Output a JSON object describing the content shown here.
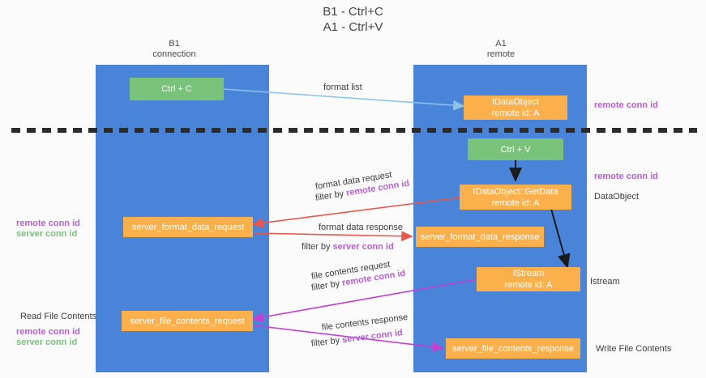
{
  "title": {
    "line1": "B1 - Ctrl+C",
    "line2": "A1 - Ctrl+V"
  },
  "columns": [
    {
      "name": "B1",
      "sub": "connection"
    },
    {
      "name": "A1",
      "sub": "remote"
    }
  ],
  "nodes": {
    "ctrl_c": {
      "line1": "Ctrl + C"
    },
    "ctrl_v": {
      "line1": "Ctrl + V"
    },
    "idataobject": {
      "line1": "IDataObject",
      "line2": "remote id: A"
    },
    "getdata": {
      "line1": "IDataObject::GetData",
      "line2": "remote id: A"
    },
    "istream": {
      "line1": "IStream",
      "line2": "remote id: A"
    },
    "server_format_data_request": {
      "line1": "server_format_data_request"
    },
    "server_format_data_response": {
      "line1": "server_format_data_response"
    },
    "server_file_contents_request": {
      "line1": "server_file_contents_request"
    },
    "server_file_contents_response": {
      "line1": "server_file_contents_response"
    }
  },
  "edge_labels": {
    "format_list": "format list",
    "format_data_request": "format data request",
    "format_data_request_filter_prefix": "filter by ",
    "format_data_request_filter_key": "remote conn id",
    "format_data_response": "format data response",
    "format_data_response_filter_prefix": "filter by ",
    "format_data_response_filter_key": "server conn id",
    "file_contents_request": "file contents request",
    "file_contents_request_filter_prefix": "filter by ",
    "file_contents_request_filter_key": "remote conn id",
    "file_contents_response": "file contents response",
    "file_contents_response_filter_prefix": "filter by ",
    "file_contents_response_filter_key": "server conn id"
  },
  "side_labels": {
    "right_remote_conn_id_top": "remote conn id",
    "right_remote_conn_id_mid": "remote conn id",
    "right_dataobject": "DataObject",
    "right_istream": "Istream",
    "right_write_file_contents": "Write File Contents",
    "left_remote_conn_id_mid": "remote conn id",
    "left_server_conn_id_mid": "server conn id",
    "left_read_file_contents": "Read File Contents",
    "left_remote_conn_id_bottom": "remote conn id",
    "left_server_conn_id_bottom": "server conn id"
  },
  "colors": {
    "lane": "#4a84d8",
    "green_node": "#79c279",
    "orange_node": "#fbb04c",
    "purple_text": "#b760d4",
    "green_text": "#7cbf7c",
    "red_arrow": "#e8574b",
    "magenta_arrow": "#c23fd0",
    "blue_arrow": "#8ec2ea",
    "black_arrow": "#1b1b1b",
    "background": "#fbfbfb"
  }
}
